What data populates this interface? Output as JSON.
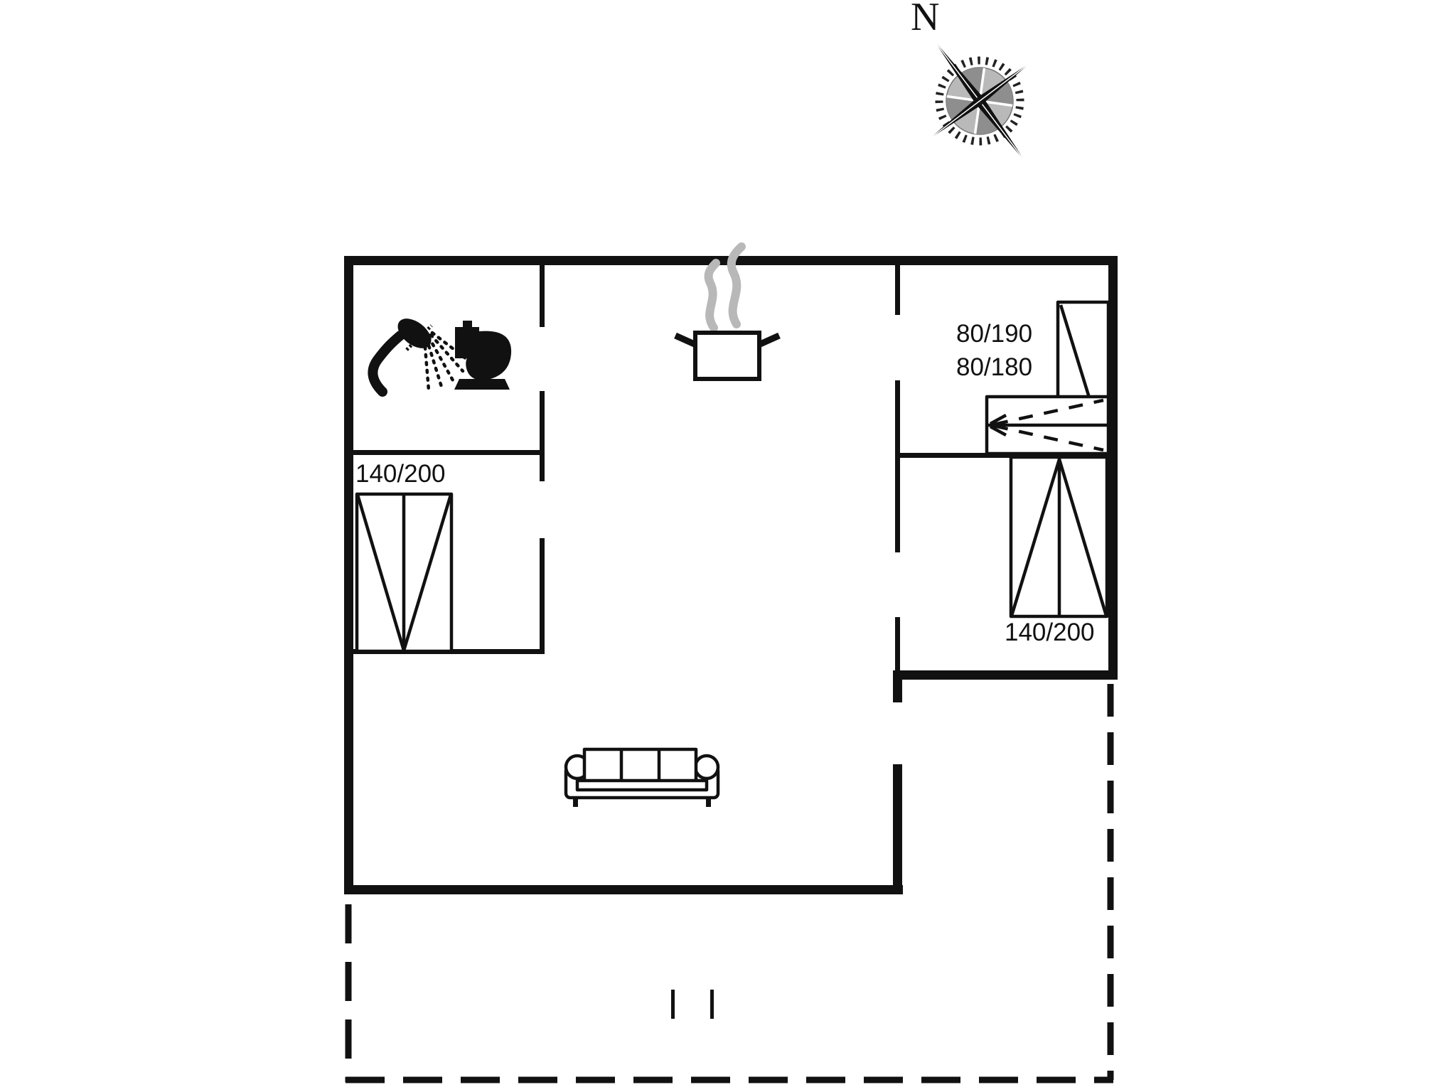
{
  "floorplan": {
    "compass": {
      "north_label": "N"
    },
    "labels": {
      "bed_left_double": "140/200",
      "bunk_bed_upper": "80/190",
      "bunk_bed_lower": "80/180",
      "bed_right_double": "140/200"
    },
    "colors": {
      "wall": "#111111",
      "steam": "#b8b8b8",
      "background": "#ffffff"
    }
  }
}
